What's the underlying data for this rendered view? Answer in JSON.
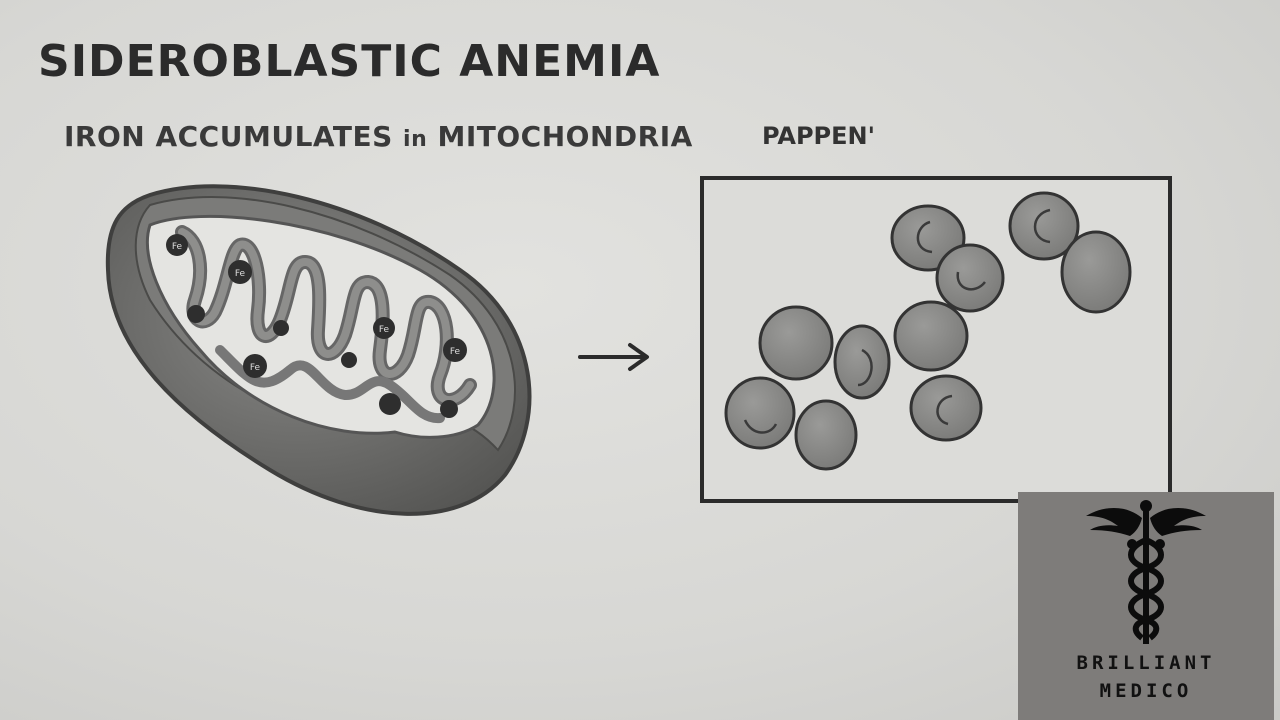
{
  "title": "SIDEROBLASTIC ANEMIA",
  "subtitle": {
    "part1": "IRON ACCUMULATES",
    "connector": "in",
    "part2": "MITOCHONDRIA"
  },
  "smear_label": "PAPPEN'",
  "iron_label": "Fe",
  "logo": {
    "line1": "BRILLIANT",
    "line2": "MEDICO"
  },
  "colors": {
    "background": "#d9d9d6",
    "ink": "#2b2b2b",
    "cell_fill": "#8c8c8a",
    "logo_bg": "#7e7c7a"
  }
}
